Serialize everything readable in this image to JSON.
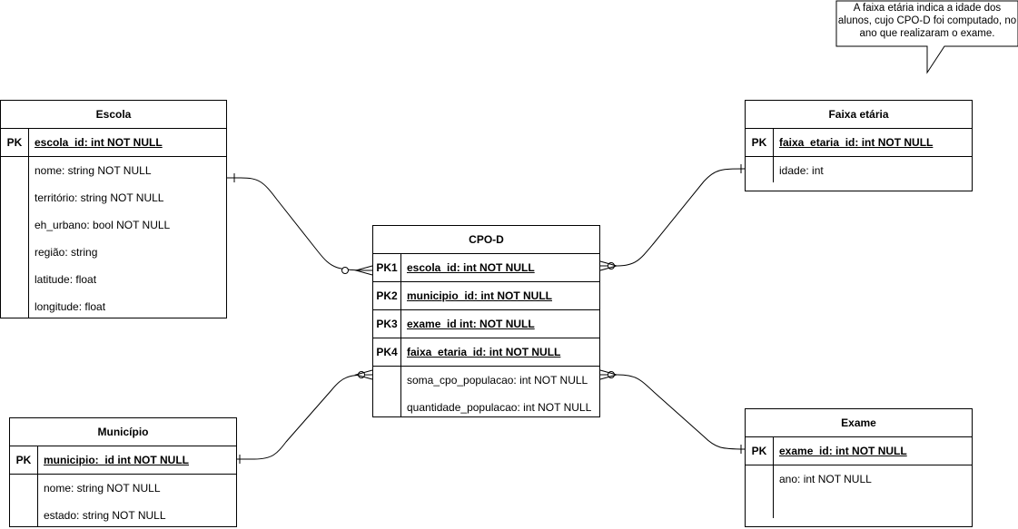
{
  "note": "A faixa etária indica a idade dos alunos, cujo CPO-D foi computado, no ano que realizaram o exame.",
  "entities": {
    "escola": {
      "title": "Escola",
      "pk": {
        "key": "PK",
        "field": "escola_id: int NOT NULL"
      },
      "fields": [
        "nome: string NOT NULL",
        "território: string NOT NULL",
        "eh_urbano: bool NOT NULL",
        "região: string",
        "latitude: float",
        "longitude: float"
      ]
    },
    "cpod": {
      "title": "CPO-D",
      "pks": [
        {
          "key": "PK1",
          "field": "escola_id: int NOT NULL"
        },
        {
          "key": "PK2",
          "field": "municipio_id: int NOT NULL"
        },
        {
          "key": "PK3",
          "field": "exame_id int: NOT NULL"
        },
        {
          "key": "PK4",
          "field": "faixa_etaria_id: int NOT NULL"
        }
      ],
      "fields": [
        "soma_cpo_populacao: int NOT NULL",
        "quantidade_populacao: int NOT NULL"
      ]
    },
    "municipio": {
      "title": "Município",
      "pk": {
        "key": "PK",
        "field": "municipio:_id int NOT NULL"
      },
      "fields": [
        "nome: string NOT NULL",
        "estado: string NOT NULL"
      ]
    },
    "faixa": {
      "title": "Faixa etária",
      "pk": {
        "key": "PK",
        "field": "faixa_etaria_id: int NOT NULL"
      },
      "fields": [
        "idade: int"
      ]
    },
    "exame": {
      "title": "Exame",
      "pk": {
        "key": "PK",
        "field": "exame_id: int NOT NULL"
      },
      "fields": [
        "ano: int NOT NULL"
      ]
    }
  }
}
